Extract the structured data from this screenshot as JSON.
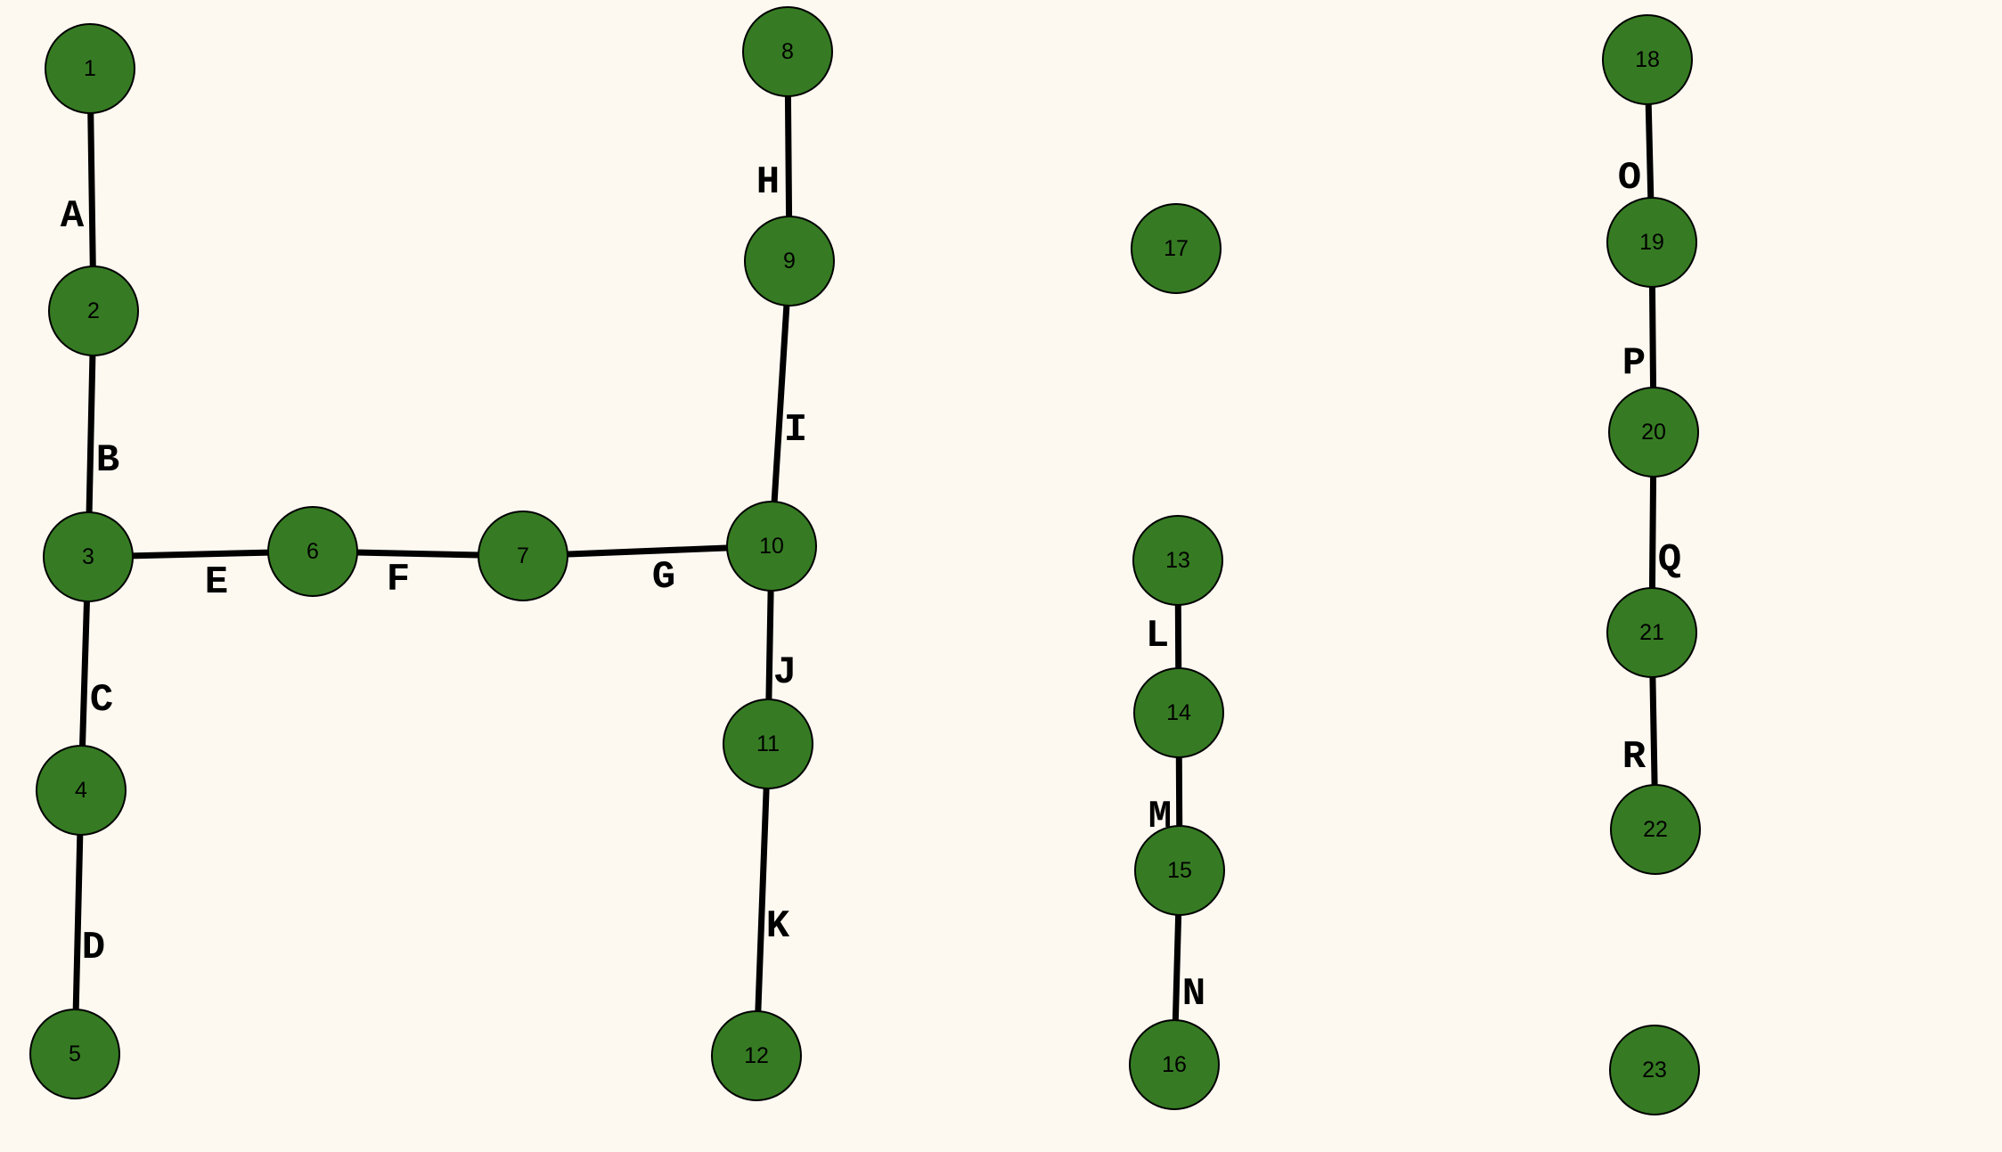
{
  "colors": {
    "background": "#fdf9f1",
    "node_fill": "#367b23",
    "edge": "#000000",
    "label": "#000000"
  },
  "nodes": [
    "1",
    "2",
    "3",
    "4",
    "5",
    "6",
    "7",
    "8",
    "9",
    "10",
    "11",
    "12",
    "13",
    "14",
    "15",
    "16",
    "17",
    "18",
    "19",
    "20",
    "21",
    "22",
    "23"
  ],
  "edges": [
    {
      "label": "A",
      "from": "1",
      "to": "2"
    },
    {
      "label": "B",
      "from": "2",
      "to": "3"
    },
    {
      "label": "C",
      "from": "3",
      "to": "4"
    },
    {
      "label": "D",
      "from": "4",
      "to": "5"
    },
    {
      "label": "E",
      "from": "3",
      "to": "6"
    },
    {
      "label": "F",
      "from": "6",
      "to": "7"
    },
    {
      "label": "G",
      "from": "7",
      "to": "10"
    },
    {
      "label": "H",
      "from": "8",
      "to": "9"
    },
    {
      "label": "I",
      "from": "9",
      "to": "10"
    },
    {
      "label": "J",
      "from": "10",
      "to": "11"
    },
    {
      "label": "K",
      "from": "11",
      "to": "12"
    },
    {
      "label": "L",
      "from": "13",
      "to": "14"
    },
    {
      "label": "M",
      "from": "14",
      "to": "15"
    },
    {
      "label": "N",
      "from": "15",
      "to": "16"
    },
    {
      "label": "O",
      "from": "18",
      "to": "19"
    },
    {
      "label": "P",
      "from": "19",
      "to": "20"
    },
    {
      "label": "Q",
      "from": "20",
      "to": "21"
    },
    {
      "label": "R",
      "from": "21",
      "to": "22"
    }
  ]
}
